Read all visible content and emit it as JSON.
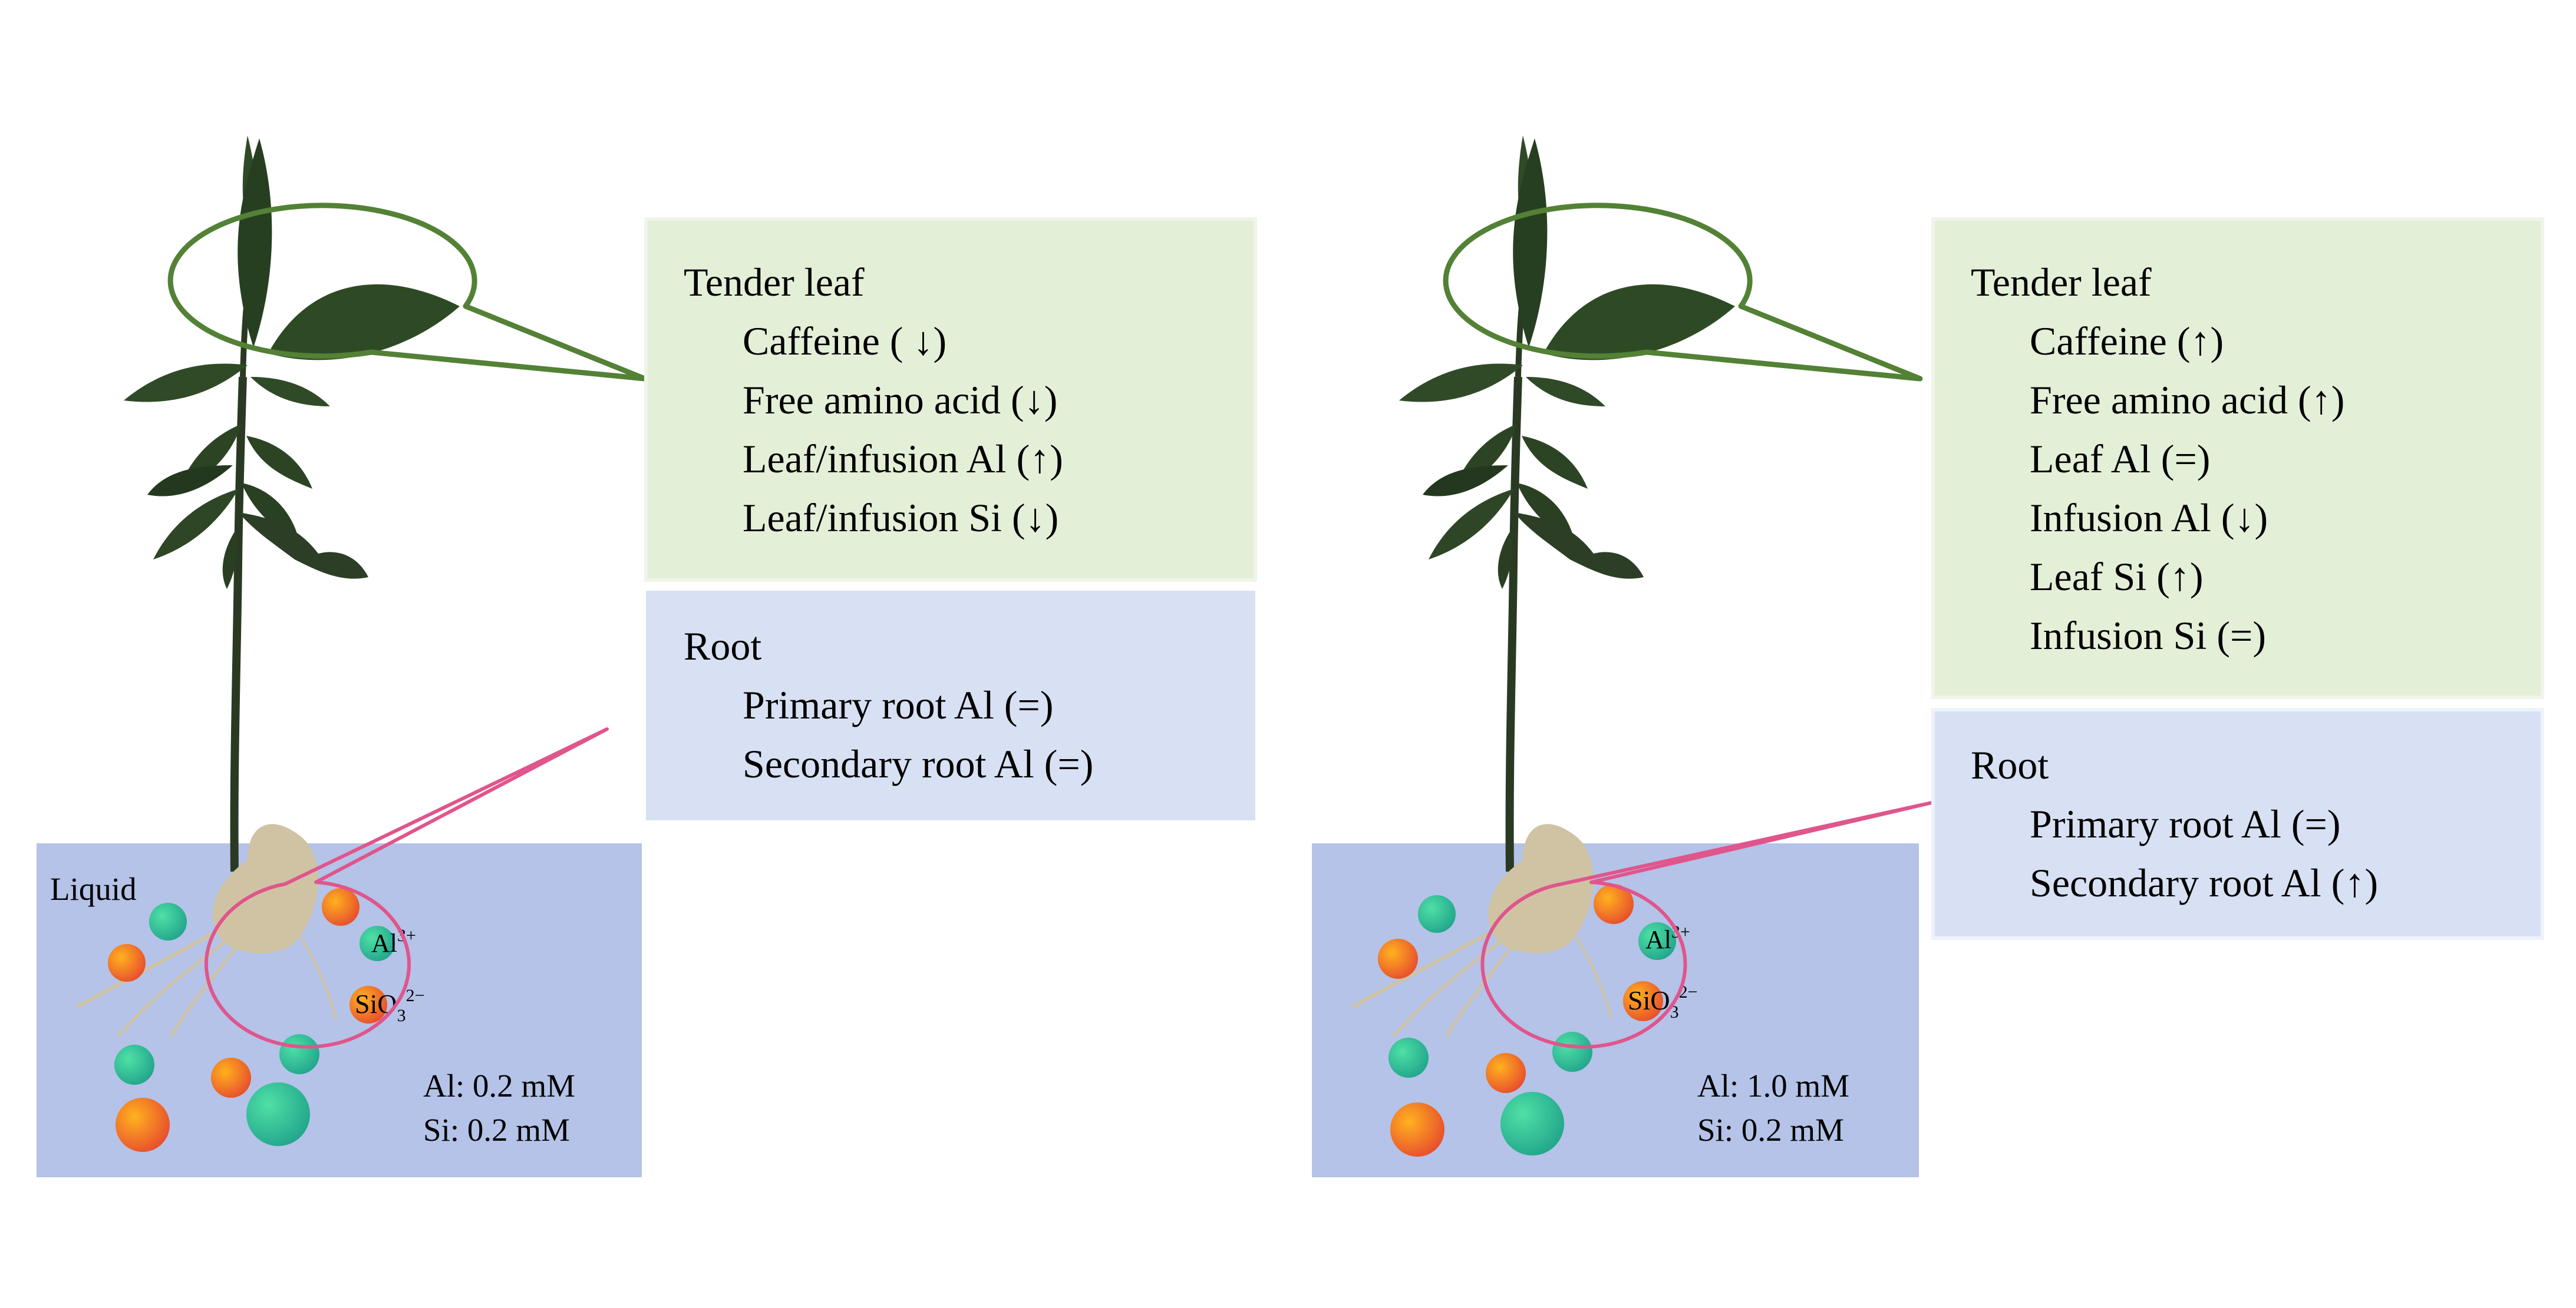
{
  "colors": {
    "leaf_box_fill": "#e4efd8",
    "root_box_fill": "#d8e1f3",
    "liquid_fill": "#b4c3e7",
    "leaf_callout": "#538135",
    "root_callout": "#e0558c",
    "al_ion": "#2dbf8c",
    "si_ion": "#f07a24",
    "plant": "#2a3a22",
    "root_mass": "#cfc3a4"
  },
  "icons": {
    "al_ion": "green-circle",
    "si_ion": "orange-circle"
  },
  "panels": [
    {
      "liquid_label": "Liquid",
      "al_ion_label": "Al",
      "al_ion_sup": "3+",
      "si_ion_label": "SiO",
      "si_ion_sub": "3",
      "si_ion_sup": "2−",
      "al_conc": "Al: 0.2 mM",
      "si_conc": "Si: 0.2 mM",
      "leaf_title": "Tender leaf",
      "leaf_items": [
        "Caffeine ( ↓)",
        "Free amino acid (↓)",
        "Leaf/infusion Al  (↑)",
        "Leaf/infusion Si  (↓)"
      ],
      "root_title": "Root",
      "root_items": [
        "Primary root  Al (=)",
        "Secondary root Al (=)"
      ]
    },
    {
      "liquid_label": "",
      "al_ion_label": "Al",
      "al_ion_sup": "3+",
      "si_ion_label": "SiO",
      "si_ion_sub": "3",
      "si_ion_sup": "2−",
      "al_conc": "Al: 1.0 mM",
      "si_conc": "Si: 0.2 mM",
      "leaf_title": "Tender leaf",
      "leaf_items": [
        "Caffeine (↑)",
        "Free amino acid (↑)",
        "Leaf  Al (=)",
        "Infusion Al  (↓)",
        "Leaf Si (↑)",
        "Infusion Si  (=)"
      ],
      "root_title": "Root",
      "root_items": [
        "Primary root  Al (=)",
        "Secondary root Al (↑)"
      ]
    }
  ]
}
